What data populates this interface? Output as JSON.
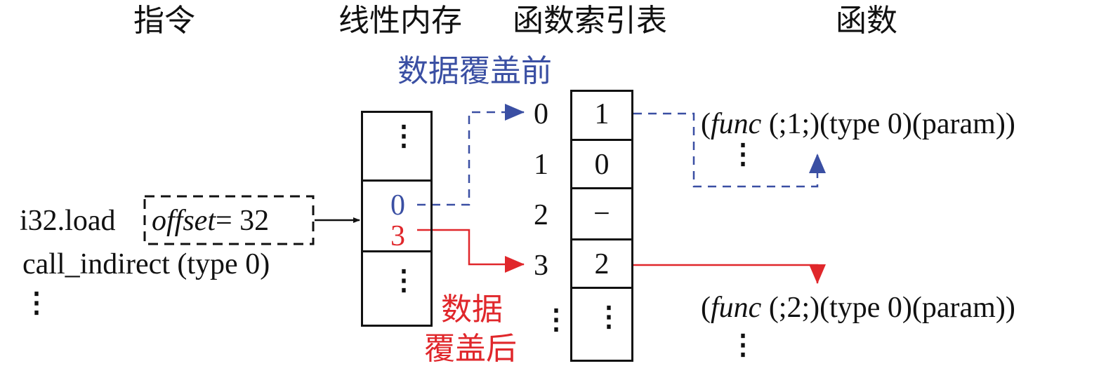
{
  "headers": {
    "instruction": "指令",
    "linear_memory": "线性内存",
    "func_table": "函数索引表",
    "functions": "函数"
  },
  "labels": {
    "before_overwrite": "数据覆盖前",
    "after_overwrite_line1": "数据",
    "after_overwrite_line2": "覆盖后"
  },
  "instructions": {
    "load_op": "i32.load",
    "offset_name": "offset",
    "offset_value": "= 32",
    "call": "call_indirect (type 0)",
    "ellipsis": "⋮"
  },
  "memory": {
    "top_cell": "⋮",
    "value_before": "0",
    "value_after": "3",
    "bottom_cell": "⋮"
  },
  "table": {
    "indices": [
      "0",
      "1",
      "2",
      "3"
    ],
    "entries": [
      "1",
      "0",
      "−",
      "2"
    ],
    "ellipsis": "⋮"
  },
  "functions": {
    "f1_prefix": "(",
    "f1_keyword": "func",
    "f1_rest": " (;1;)(type 0)(param))",
    "f2_prefix": "(",
    "f2_keyword": "func",
    "f2_rest": " (;2;)(type 0)(param))",
    "ellipsis": "⋮"
  },
  "colors": {
    "before": "#3a4fa3",
    "after": "#e0272b",
    "ink": "#111111"
  }
}
